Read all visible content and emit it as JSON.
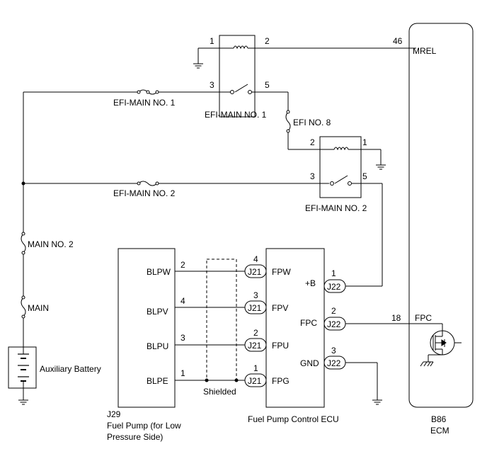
{
  "fuses": {
    "efi_main_1": "EFI-MAIN NO. 1",
    "efi_main_2": "EFI-MAIN NO. 2",
    "efi_no_8": "EFI NO. 8",
    "main_no_2": "MAIN NO. 2",
    "main": "MAIN"
  },
  "relays": {
    "relay1": {
      "label": "EFI-MAIN NO. 1",
      "pin1": "1",
      "pin2": "2",
      "pin3": "3",
      "pin5": "5"
    },
    "relay2": {
      "label": "EFI-MAIN NO. 2",
      "pin1": "1",
      "pin2": "2",
      "pin3": "3",
      "pin5": "5"
    }
  },
  "battery": {
    "label": "Auxiliary Battery"
  },
  "fuel_pump": {
    "code": "J29",
    "name_line1": "Fuel Pump (for Low",
    "name_line2": "Pressure Side)",
    "terminals": [
      {
        "name": "BLPW",
        "pin": "2"
      },
      {
        "name": "BLPV",
        "pin": "4"
      },
      {
        "name": "BLPU",
        "pin": "3"
      },
      {
        "name": "BLPE",
        "pin": "1"
      }
    ]
  },
  "shield": {
    "label": "Shielded"
  },
  "fp_ecu": {
    "name": "Fuel Pump Control ECU",
    "left_terminals": [
      {
        "name": "FPW",
        "pin": "4",
        "connector": "J21"
      },
      {
        "name": "FPV",
        "pin": "3",
        "connector": "J21"
      },
      {
        "name": "FPU",
        "pin": "2",
        "connector": "J21"
      },
      {
        "name": "FPG",
        "pin": "1",
        "connector": "J21"
      }
    ],
    "right_terminals": [
      {
        "name": "+B",
        "pin": "1",
        "connector": "J22"
      },
      {
        "name": "FPC",
        "pin": "2",
        "connector": "J22"
      },
      {
        "name": "GND",
        "pin": "3",
        "connector": "J22"
      }
    ]
  },
  "ecm": {
    "code": "B86",
    "name": "ECM",
    "mrel_label": "MREL",
    "mrel_pin": "46",
    "fpc_label": "FPC",
    "fpc_pin": "18"
  }
}
